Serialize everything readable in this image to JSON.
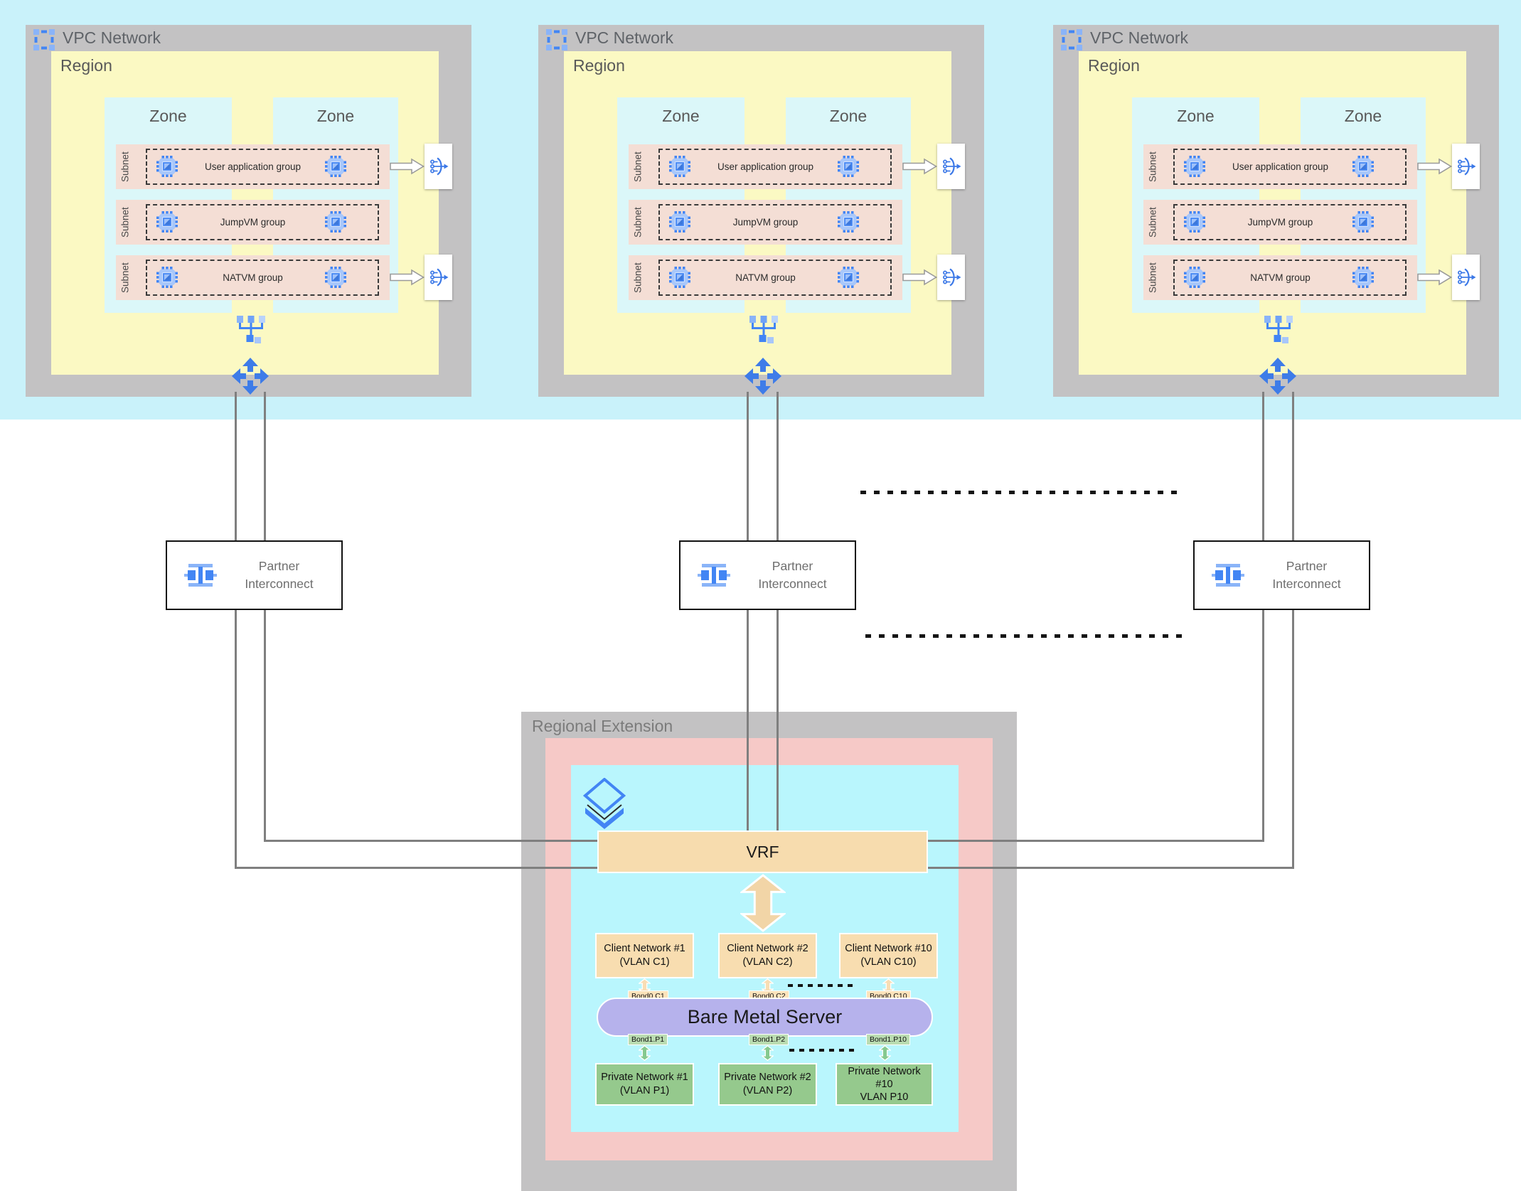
{
  "colors": {
    "canvas_band": "#c9f2fa",
    "frame_gray": "#c3c2c3",
    "region_yellow": "#fbf9c3",
    "zone_cyan": "#dbf7f9",
    "subnet_pink": "#f4ded5",
    "re_pink": "#f6c9c7",
    "re_cyan": "#b9f6fd",
    "vrf_orange": "#f7dcae",
    "client_orange": "#f8ddb0",
    "private_green": "#95c98d",
    "server_purple": "#b6b2ec",
    "bond_client": "#fce3bb",
    "bond_private": "#badcb1",
    "icon_blue": "#4285f4",
    "icon_blue_light": "#a8c7fa",
    "connector_gray": "#7f7f7f"
  },
  "vpcs": [
    {
      "title": "VPC Network",
      "region_label": "Region",
      "zones": [
        "Zone",
        "Zone"
      ],
      "subnets": [
        {
          "label": "Subnet",
          "group": "User application group"
        },
        {
          "label": "Subnet",
          "group": "JumpVM group"
        },
        {
          "label": "Subnet",
          "group": "NATVM group"
        }
      ]
    },
    {
      "title": "VPC Network",
      "region_label": "Region",
      "zones": [
        "Zone",
        "Zone"
      ],
      "subnets": [
        {
          "label": "Subnet",
          "group": "User application group"
        },
        {
          "label": "Subnet",
          "group": "JumpVM group"
        },
        {
          "label": "Subnet",
          "group": "NATVM group"
        }
      ]
    },
    {
      "title": "VPC Network",
      "region_label": "Region",
      "zones": [
        "Zone",
        "Zone"
      ],
      "subnets": [
        {
          "label": "Subnet",
          "group": "User application group"
        },
        {
          "label": "Subnet",
          "group": "JumpVM group"
        },
        {
          "label": "Subnet",
          "group": "NATVM group"
        }
      ]
    }
  ],
  "interconnects": [
    {
      "line1": "Partner",
      "line2": "Interconnect"
    },
    {
      "line1": "Partner",
      "line2": "Interconnect"
    },
    {
      "line1": "Partner",
      "line2": "Interconnect"
    }
  ],
  "regional_extension": {
    "title": "Regional Extension",
    "vrf_label": "VRF",
    "server_label": "Bare Metal Server",
    "client_networks": [
      {
        "name": "Client Network #1",
        "vlan": "(VLAN C1)",
        "bond": "Bond0.C1"
      },
      {
        "name": "Client Network #2",
        "vlan": "(VLAN C2)",
        "bond": "Bond0.C2"
      },
      {
        "name": "Client Network #10",
        "vlan": "(VLAN C10)",
        "bond": "Bond0.C10"
      }
    ],
    "private_networks": [
      {
        "name": "Private Network #1",
        "vlan": "(VLAN P1)",
        "bond": "Bond1.P1"
      },
      {
        "name": "Private Network #2",
        "vlan": "(VLAN P2)",
        "bond": "Bond1.P2"
      },
      {
        "name": "Private Network",
        "vlan": "#10",
        "vlan2": "VLAN P10",
        "bond": "Bond1.P10"
      }
    ]
  }
}
